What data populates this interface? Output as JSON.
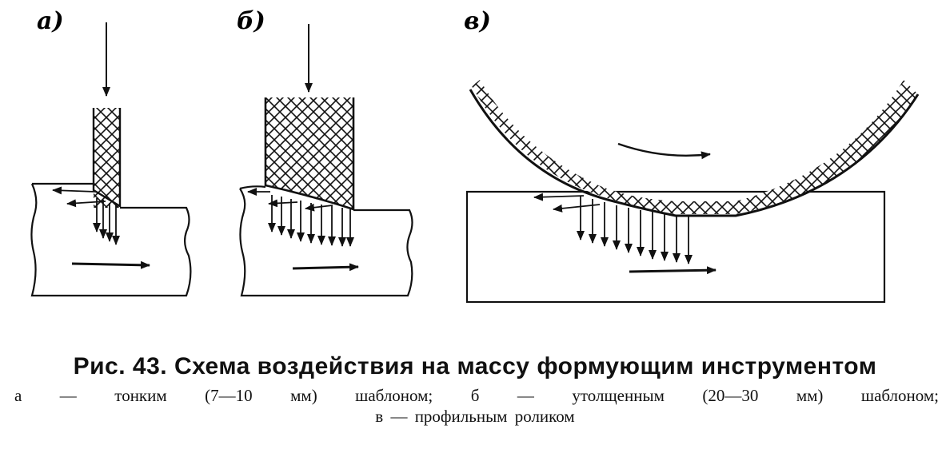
{
  "figure": {
    "panels": [
      {
        "id": "a",
        "label": "а)"
      },
      {
        "id": "b",
        "label": "б)"
      },
      {
        "id": "v",
        "label": "в)"
      }
    ]
  },
  "caption": {
    "title": "Рис. 43. Схема воздействия на массу формующим инструментом",
    "line1": "а — тонким (7—10 мм) шаблоном; б — утолщенным (20—30 мм) шаблоном;",
    "line2": "в — профильным роликом"
  },
  "colors": {
    "ink": "#111111",
    "paper": "#ffffff"
  }
}
